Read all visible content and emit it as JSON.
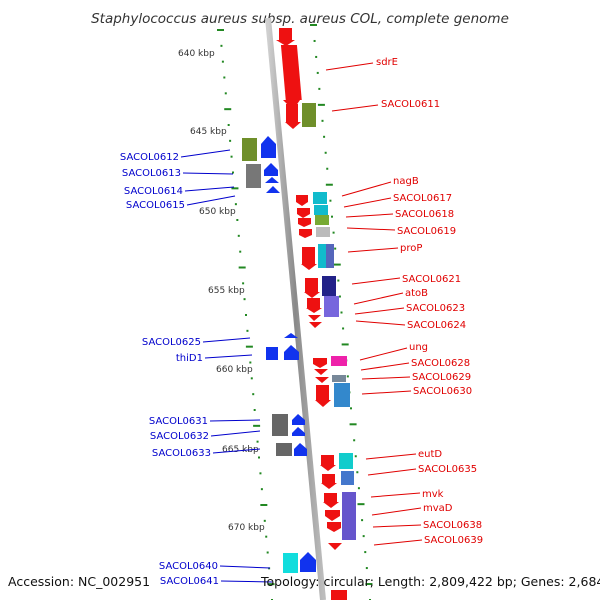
{
  "title": "Staphylococcus aureus subsp. aureus COL, complete genome",
  "footer": {
    "accession": "Accession: NC_002951",
    "topology": "Topology: circular; Length: 2,809,422 bp; Genes: 2,684"
  },
  "scale_labels": [
    "640 kbp",
    "645 kbp",
    "650 kbp",
    "655 kbp",
    "660 kbp",
    "665 kbp",
    "670 kbp"
  ],
  "forward_labels": [
    "sdrE",
    "SACOL0611",
    "nagB",
    "SACOL0617",
    "SACOL0618",
    "SACOL0619",
    "proP",
    "SACOL0621",
    "atoB",
    "SACOL0623",
    "SACOL0624",
    "ung",
    "SACOL0628",
    "SACOL0629",
    "SACOL0630",
    "eutD",
    "SACOL0635",
    "mvk",
    "mvaD",
    "SACOL0638",
    "SACOL0639"
  ],
  "reverse_labels": [
    "SACOL0612",
    "SACOL0613",
    "SACOL0614",
    "SACOL0615",
    "SACOL0625",
    "thiD1",
    "SACOL0631",
    "SACOL0632",
    "SACOL0633",
    "SACOL0640",
    "SACOL0641"
  ],
  "colors": {
    "forward_gene": "#ee1111",
    "reverse_gene": "#1111ee",
    "backbone": "#999999",
    "tick": "#228822",
    "label_red": "#e00000",
    "label_blue": "#0000cc"
  }
}
